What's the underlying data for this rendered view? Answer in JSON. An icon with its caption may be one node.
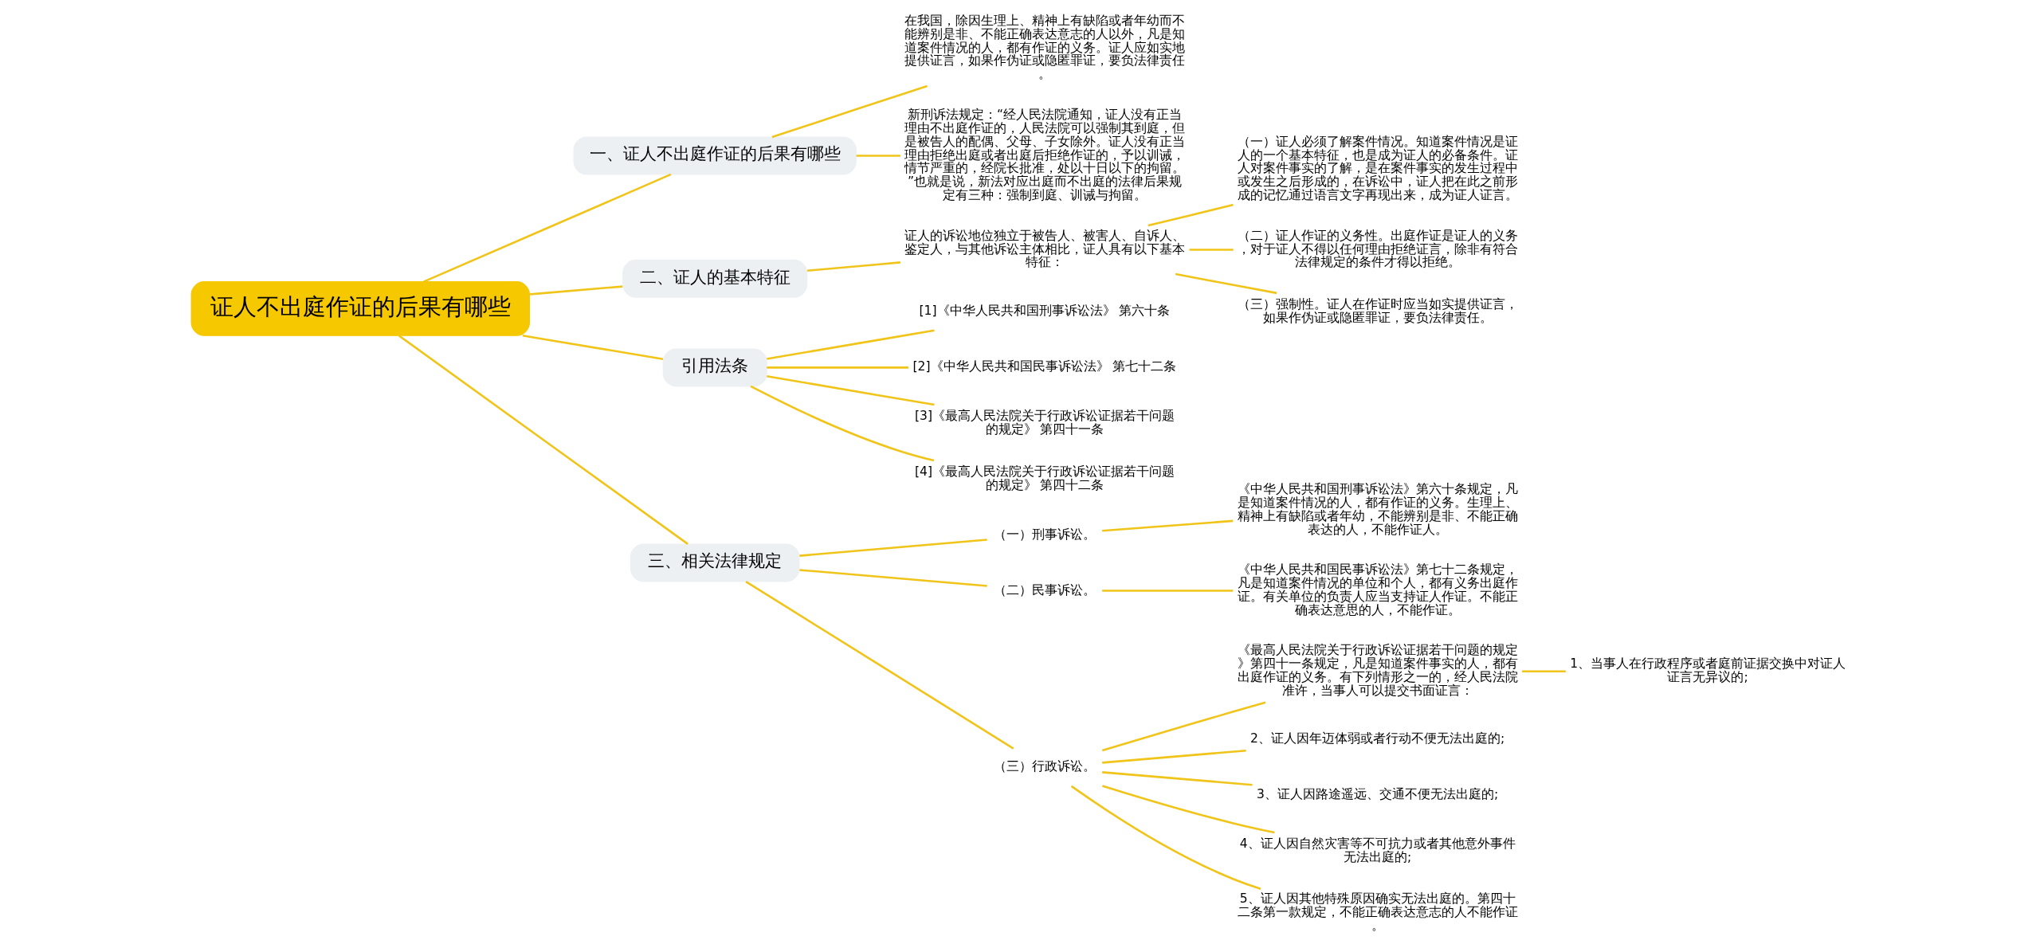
{
  "diagram": {
    "nodes": [
      {
        "text": [
          "证人不出庭作证的后果有哪些"
        ]
      },
      {
        "text": [
          "一、证人不出庭作证的后果有哪些"
        ]
      },
      {
        "text": [
          "在我国，除因生理上、精神上有缺陷或者年幼而不能辨别是非、不能正确表达意志的人以外，凡是知道案件情况的人，都有作证的义务。证人应如实地提供证言，如果作伪证或隐匿罪证，要负法律责任。"
        ]
      },
      {
        "text": [
          "新刑诉法规定：“经人民法院通知，证人没有正当理由不出庭作证的，人民法院可以强制其到庭，但是被告人的配偶、父母、子女除外。证人没有正当理由拒绝出庭或者出庭后拒绝作证的，予以训诫，情节严重的，经院长批准，处以十日以下的拘留。”也就是说，新法对应出庭而不出庭的法律后果规定有三种：强制到庭、训诫与拘留。"
        ]
      },
      {
        "text": [
          "二、证人的基本特征"
        ]
      },
      {
        "text": [
          "证人的诉讼地位独立于被告人、被害人、自诉人、鉴定人，与其他诉讼主体相比，证人具有以下基本特征："
        ]
      },
      {
        "text": [
          "（一）证人必须了解案件情况。知道案件情况是证人的一个基本特征，也是成为证人的必备条件。证人对案件事实的了解，是在案件事实的发生过程中或发生之后形成的，在诉讼中，证人把在此之前形成的记忆通过语言文字再现出来，成为证人证言。"
        ]
      },
      {
        "text": [
          "（二）证人作证的义务性。出庭作证是证人的义务，对于证人不得以任何理由拒绝证言，除非有符合法律规定的条件才得以拒绝。"
        ]
      },
      {
        "text": [
          "（三）强制性。证人在作证时应当如实提供证言，如果作伪证或隐匿罪证，要负法律责任。"
        ]
      },
      {
        "text": [
          "引用法条"
        ]
      },
      {
        "text": [
          "[1]《中华人民共和国刑事诉讼法》 第六十条"
        ]
      },
      {
        "text": [
          "[2]《中华人民共和国民事诉讼法》 第七十二条"
        ]
      },
      {
        "text": [
          "[3]《最高人民法院关于行政诉讼证据若干问题的规定》 第四十一条"
        ]
      },
      {
        "text": [
          "[4]《最高人民法院关于行政诉讼证据若干问题的规定》 第四十二条"
        ]
      },
      {
        "text": [
          "三、相关法律规定"
        ]
      },
      {
        "text": [
          "（一）刑事诉讼。"
        ]
      },
      {
        "text": [
          "《中华人民共和国刑事诉讼法》第六十条规定，凡是知道案件情况的人，都有作证的义务。生理上、精神上有缺陷或者年幼，不能辨别是非、不能正确表达的人，不能作证人。"
        ]
      },
      {
        "text": [
          "（二）民事诉讼。"
        ]
      },
      {
        "text": [
          "《中华人民共和国民事诉讼法》第七十二条规定，凡是知道案件情况的单位和个人，都有义务出庭作证。有关单位的负责人应当支持证人作证。不能正确表达意思的人，不能作证。"
        ]
      },
      {
        "text": [
          "（三）行政诉讼。"
        ]
      },
      {
        "text": [
          "《最高人民法院关于行政诉讼证据若干问题的规定》第四十一条规定，凡是知道案件事实的人，都有出庭作证的义务。有下列情形之一的，经人民法院准许，当事人可以提交书面证言："
        ]
      },
      {
        "text": [
          "1、当事人在行政程序或者庭前证据交换中对证人证言无异议的;"
        ]
      },
      {
        "text": [
          "2、证人因年迈体弱或者行动不便无法出庭的;"
        ]
      },
      {
        "text": [
          "3、证人因路途遥远、交通不便无法出庭的;"
        ]
      },
      {
        "text": [
          "4、证人因自然灾害等不可抗力或者其他意外事件无法出庭的;"
        ]
      },
      {
        "text": [
          "5、证人因其他特殊原因确实无法出庭的。第四十二条第一款规定，不能正确表达意志的人不能作证。"
        ]
      }
    ],
    "edges": [
      {
        "from": 0,
        "to": 1,
        "arrow": "none"
      },
      {
        "from": 1,
        "to": 2,
        "arrow": "none"
      },
      {
        "from": 1,
        "to": 3,
        "arrow": "none"
      },
      {
        "from": 0,
        "to": 4,
        "arrow": "none"
      },
      {
        "from": 4,
        "to": 5,
        "arrow": "none"
      },
      {
        "from": 5,
        "to": 6,
        "arrow": "none"
      },
      {
        "from": 5,
        "to": 7,
        "arrow": "none"
      },
      {
        "from": 5,
        "to": 8,
        "arrow": "none"
      },
      {
        "from": 0,
        "to": 9,
        "arrow": "none"
      },
      {
        "from": 9,
        "to": 10,
        "arrow": "none"
      },
      {
        "from": 9,
        "to": 11,
        "arrow": "none"
      },
      {
        "from": 9,
        "to": 12,
        "arrow": "none"
      },
      {
        "from": 9,
        "to": 13,
        "arrow": "none"
      },
      {
        "from": 0,
        "to": 14,
        "arrow": "none"
      },
      {
        "from": 14,
        "to": 15,
        "arrow": "none"
      },
      {
        "from": 15,
        "to": 16,
        "arrow": "none"
      },
      {
        "from": 14,
        "to": 17,
        "arrow": "none"
      },
      {
        "from": 17,
        "to": 18,
        "arrow": "none"
      },
      {
        "from": 14,
        "to": 19,
        "arrow": "none"
      },
      {
        "from": 19,
        "to": 20,
        "arrow": "none"
      },
      {
        "from": 20,
        "to": 21,
        "arrow": "none"
      },
      {
        "from": 19,
        "to": 22,
        "arrow": "none"
      },
      {
        "from": 19,
        "to": 23,
        "arrow": "none"
      },
      {
        "from": 19,
        "to": 24,
        "arrow": "none"
      },
      {
        "from": 19,
        "to": 25,
        "arrow": "none"
      }
    ]
  }
}
